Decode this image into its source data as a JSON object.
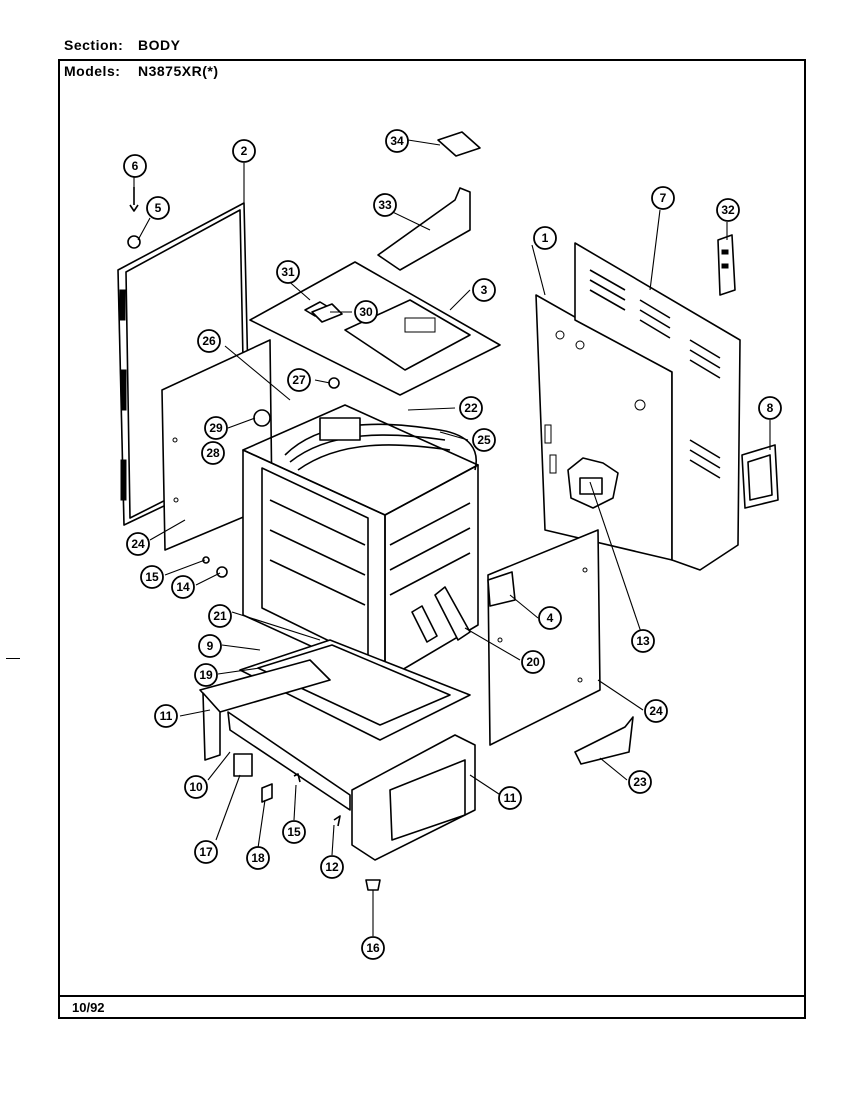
{
  "header": {
    "section_key": "Section:",
    "section_value": "BODY",
    "models_key": "Models:",
    "models_value": "N3875XR(*)"
  },
  "footer": {
    "date": "10/92"
  },
  "callouts": [
    {
      "id": "c1",
      "label": "1"
    },
    {
      "id": "c2",
      "label": "2"
    },
    {
      "id": "c3",
      "label": "3"
    },
    {
      "id": "c4",
      "label": "4"
    },
    {
      "id": "c5",
      "label": "5"
    },
    {
      "id": "c6",
      "label": "6"
    },
    {
      "id": "c7",
      "label": "7"
    },
    {
      "id": "c8",
      "label": "8"
    },
    {
      "id": "c9",
      "label": "9"
    },
    {
      "id": "c10",
      "label": "10"
    },
    {
      "id": "c11a",
      "label": "11"
    },
    {
      "id": "c11b",
      "label": "11"
    },
    {
      "id": "c12",
      "label": "12"
    },
    {
      "id": "c13",
      "label": "13"
    },
    {
      "id": "c14",
      "label": "14"
    },
    {
      "id": "c15a",
      "label": "15"
    },
    {
      "id": "c15b",
      "label": "15"
    },
    {
      "id": "c16",
      "label": "16"
    },
    {
      "id": "c17",
      "label": "17"
    },
    {
      "id": "c18",
      "label": "18"
    },
    {
      "id": "c19",
      "label": "19"
    },
    {
      "id": "c20",
      "label": "20"
    },
    {
      "id": "c21",
      "label": "21"
    },
    {
      "id": "c22",
      "label": "22"
    },
    {
      "id": "c23",
      "label": "23"
    },
    {
      "id": "c24a",
      "label": "24"
    },
    {
      "id": "c24b",
      "label": "24"
    },
    {
      "id": "c25",
      "label": "25"
    },
    {
      "id": "c26",
      "label": "26"
    },
    {
      "id": "c27",
      "label": "27"
    },
    {
      "id": "c28",
      "label": "28"
    },
    {
      "id": "c29",
      "label": "29"
    },
    {
      "id": "c30",
      "label": "30"
    },
    {
      "id": "c31",
      "label": "31"
    },
    {
      "id": "c32",
      "label": "32"
    },
    {
      "id": "c33",
      "label": "33"
    },
    {
      "id": "c34",
      "label": "34"
    }
  ]
}
